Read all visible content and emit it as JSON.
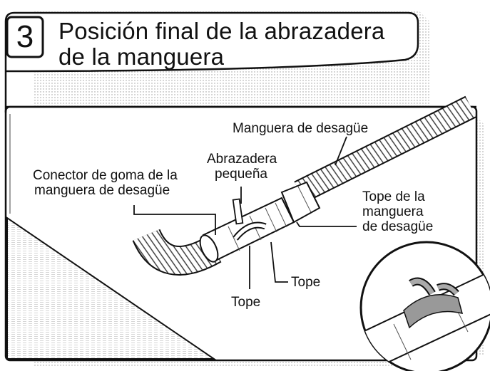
{
  "step": "3",
  "title": {
    "line1": "Posición final de la abrazadera",
    "line2": "de la manguera"
  },
  "labels": {
    "drain_hose": "Manguera de desagüe",
    "small_clamp_1": "Abrazadera",
    "small_clamp_2": "pequeña",
    "rubber_connector_1": "Conector de goma de la",
    "rubber_connector_2": "manguera de desagüe",
    "hose_stop_1": "Tope de la",
    "hose_stop_2": "manguera",
    "hose_stop_3": "de desagüe",
    "stop_right": "Tope",
    "stop_bottom": "Tope"
  }
}
